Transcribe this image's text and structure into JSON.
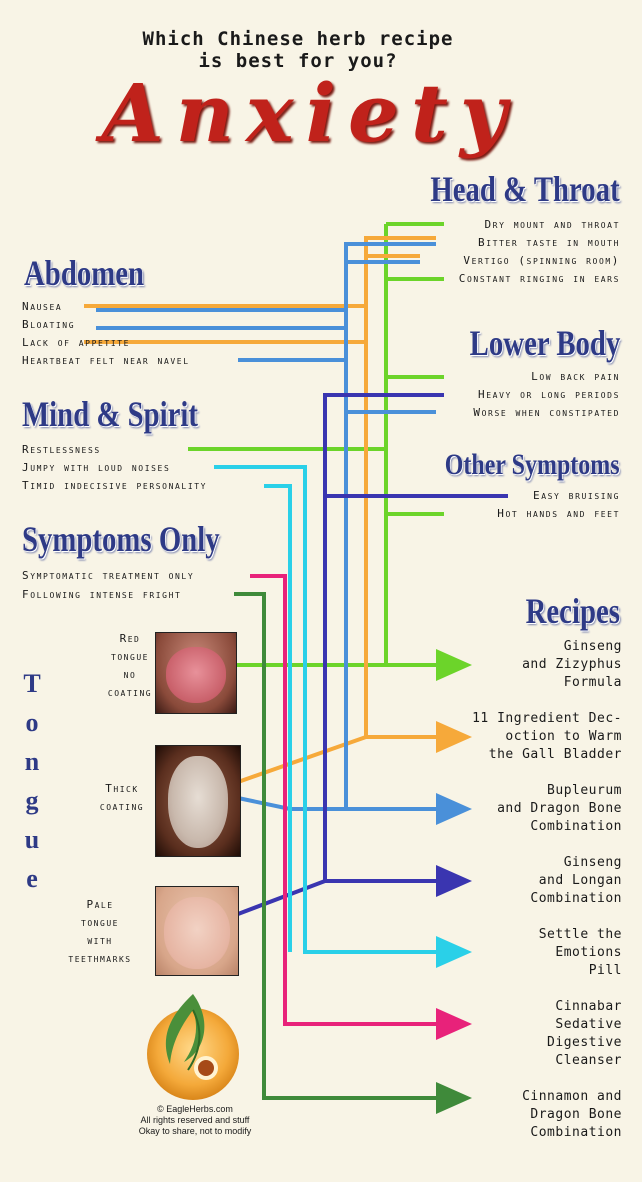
{
  "header": {
    "line1": "Which Chinese herb recipe",
    "line2": "is best for you?",
    "condition": "Anxiety"
  },
  "sections": {
    "head_throat": {
      "title": "Head & Throat",
      "items": [
        "Dry mount and throat",
        "Bitter taste in mouth",
        "Vertigo (spinning room)",
        "Constant ringing in ears"
      ]
    },
    "abdomen": {
      "title": "Abdomen",
      "items": [
        "Nausea",
        "Bloating",
        "Lack of appetite",
        "Heartbeat felt near navel"
      ]
    },
    "lower_body": {
      "title": "Lower Body",
      "items": [
        "Low back pain",
        "Heavy or long periods",
        "Worse when constipated"
      ]
    },
    "mind_spirit": {
      "title": "Mind & Spirit",
      "items": [
        "Restlessness",
        "Jumpy with loud noises",
        "Timid indecisive personality"
      ]
    },
    "other": {
      "title": "Other Symptoms",
      "items": [
        "Easy bruising",
        "Hot hands and feet"
      ]
    },
    "symptoms_only": {
      "title": "Symptoms Only",
      "items": [
        "Symptomatic treatment only",
        "Following intense fright"
      ]
    }
  },
  "tongue": {
    "title": "Tongue",
    "letters": [
      "T",
      "o",
      "n",
      "g",
      "u",
      "e"
    ],
    "types": [
      "Red\ntongue\nno\ncoating",
      "Thick\ncoating",
      "Pale\ntongue\nwith\nteethmarks"
    ]
  },
  "recipes": {
    "title": "Recipes",
    "items": [
      "Ginseng\nand Zizyphus\nFormula",
      "11 Ingredient Dec-\noction to Warm\nthe Gall Bladder",
      "Bupleurum\nand Dragon Bone\nCombination",
      "Ginseng\nand Longan\nCombination",
      "Settle the\nEmotions\nPill",
      "Cinnabar\nSedative\nDigestive\nCleanser",
      "Cinnamon and\nDragon Bone\nCombination"
    ]
  },
  "colors": {
    "green": "#6cd42a",
    "orange": "#f6a93a",
    "blue": "#4a90d9",
    "indigo": "#3a35b0",
    "cyan": "#2ad0e8",
    "magenta": "#e8227a",
    "darkgreen": "#3f8a3a"
  },
  "copyright": {
    "line1": "© EagleHerbs.com",
    "line2": "All rights reserved and stuff",
    "line3": "Okay to share, not to modify"
  }
}
